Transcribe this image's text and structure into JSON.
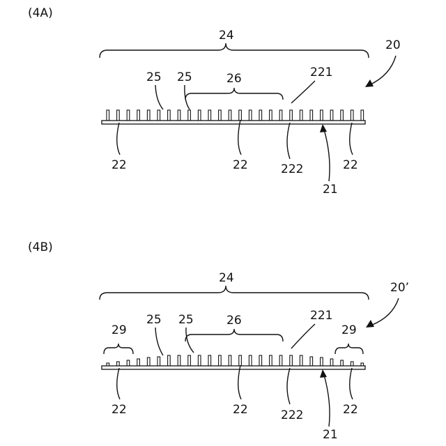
{
  "figure_a": {
    "panel_label": "(4A)",
    "assembly_label": "20",
    "region_label": "24",
    "sub_region_label": "26",
    "fin_labels": [
      "25",
      "25"
    ],
    "top_fin_label": "221",
    "bottom_fin_labels": [
      "22",
      "22",
      "22"
    ],
    "root_label": "222",
    "base_label": "21"
  },
  "figure_b": {
    "panel_label": "(4B)",
    "assembly_label": "20’",
    "region_label": "24",
    "sub_region_label": "26",
    "end_region_labels": [
      "29",
      "29"
    ],
    "fin_labels": [
      "25",
      "25"
    ],
    "top_fin_label": "221",
    "bottom_fin_labels": [
      "22",
      "22",
      "22"
    ],
    "root_label": "222",
    "base_label": "21"
  }
}
